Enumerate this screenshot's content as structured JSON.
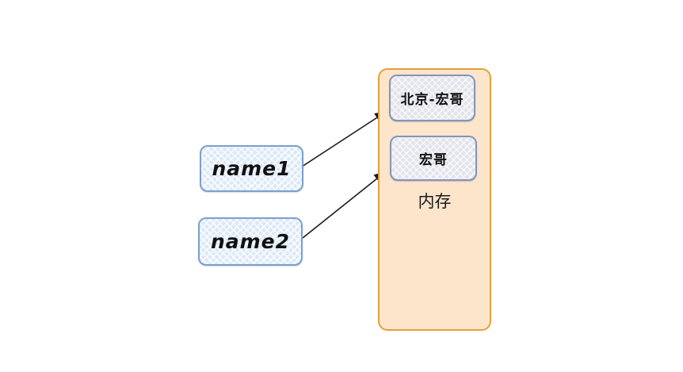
{
  "diagram": {
    "title": "variable-to-memory reference diagram",
    "variables": [
      {
        "label": "name1"
      },
      {
        "label": "name2"
      }
    ],
    "memory": {
      "label": "内存",
      "objects": [
        {
          "label": "北京-宏哥"
        },
        {
          "label": "宏哥"
        }
      ]
    },
    "references": [
      {
        "from": "name1",
        "to": "北京-宏哥"
      },
      {
        "from": "name2",
        "to": "宏哥"
      }
    ],
    "colors": {
      "variable_box_fill": "#dce9f7",
      "variable_box_border": "#7da0cc",
      "memory_box_fill": "#fde5cb",
      "memory_box_border": "#e3a13a",
      "object_box_fill": "#e3e3ec",
      "object_box_border": "#8295b8",
      "arrow": "#1a1a1a"
    }
  }
}
